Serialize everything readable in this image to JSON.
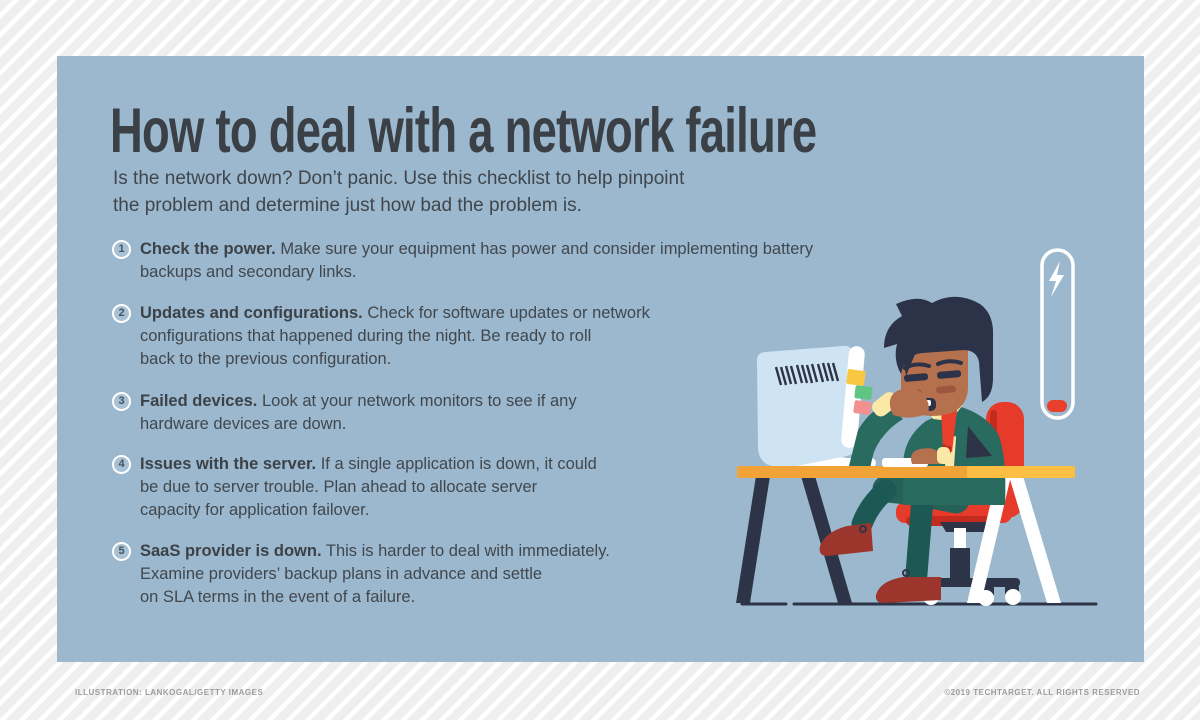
{
  "page": {
    "title": "How to deal with a network failure",
    "subtitle_line1": "Is the network down? Don’t panic. Use this checklist to help pinpoint",
    "subtitle_line2": "the problem and determine just how bad the problem is."
  },
  "checklist": {
    "items": [
      {
        "number": "1",
        "lead": "Check the power.",
        "line1_rest": "Make sure your equipment has power and consider implementing battery",
        "line2": "backups and secondary links."
      },
      {
        "number": "2",
        "lead": "Updates and configurations.",
        "line1_rest": "Check for software updates or network",
        "line2": "configurations that happened during the night. Be ready to roll",
        "line3": "back to the previous configuration."
      },
      {
        "number": "3",
        "lead": "Failed devices.",
        "line1_rest": "Look at your network monitors to see if any",
        "line2": "hardware devices are down."
      },
      {
        "number": "4",
        "lead": "Issues with the server.",
        "line1_rest": "If a single application is down, it could",
        "line2": "be due to server trouble. Plan ahead to allocate server",
        "line3": "capacity for application failover."
      },
      {
        "number": "5",
        "lead": "SaaS provider is down.",
        "line1_rest": "This is harder to deal with immediately.",
        "line2": "Examine providers’ backup plans in advance and settle",
        "line3": "on SLA terms in the event of a failure."
      }
    ]
  },
  "illustration": {
    "subject": "tired-man-at-desk-with-monitor-and-low-battery",
    "battery_icon": "lightning-bolt",
    "colors": {
      "panel_bg": "#9bb8ce",
      "desk_orange": "#f2a338",
      "desk_orange_light": "#fcbe43",
      "chair_red": "#e63a2a",
      "suit_teal": "#2a6b60",
      "trouser_teal": "#1d5954",
      "skin": "#b5714e",
      "hair_navy": "#2c3247",
      "shirt_yellow": "#f9e8a6",
      "tie_red": "#e8402c",
      "monitor_blue": "#cfe4f2",
      "sticky_yellow": "#f8c843",
      "sticky_green": "#5fc585",
      "sticky_pink": "#f2908f",
      "battery_low_red": "#e8402c"
    }
  },
  "footer": {
    "credit_left": "ILLUSTRATION: LANKOGAL/GETTY IMAGES",
    "credit_right": "©2019 TECHTARGET. ALL RIGHTS RESERVED"
  }
}
